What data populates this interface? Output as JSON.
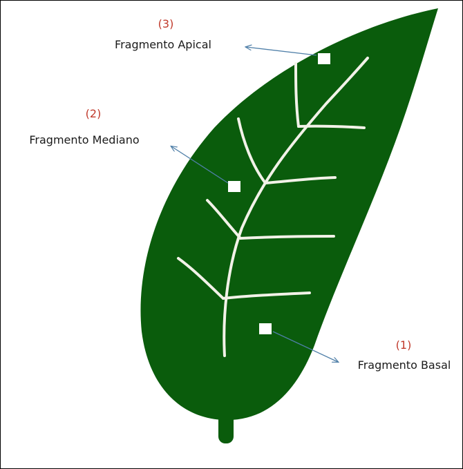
{
  "colors": {
    "leaf": "#0a5c0c",
    "vein": "#f2f2e8",
    "marker": "#ffffff",
    "arrow": "#4f7fa8",
    "number": "#c0392b",
    "label": "#1a1a1a"
  },
  "fragments": [
    {
      "number": "(3)",
      "label": "Fragmento Apical"
    },
    {
      "number": "(2)",
      "label": "Fragmento Mediano"
    },
    {
      "number": "(1)",
      "label": "Fragmento Basal"
    }
  ]
}
